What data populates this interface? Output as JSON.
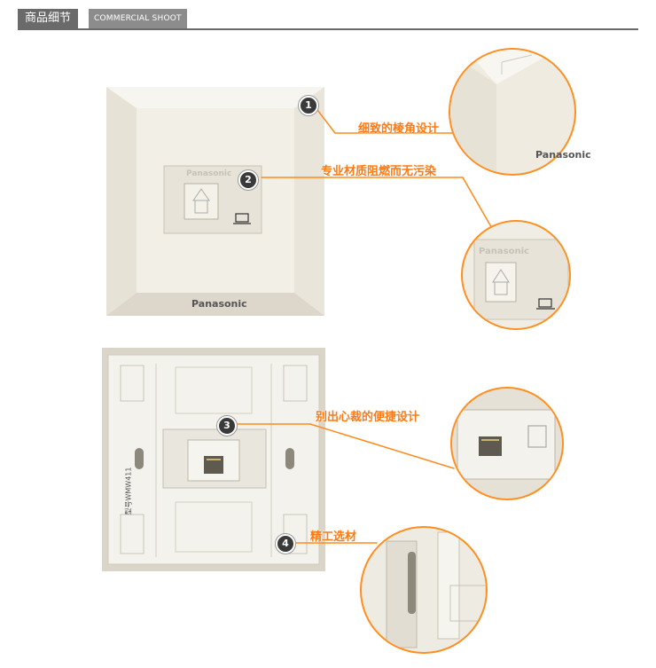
{
  "header": {
    "title": "商品细节",
    "subtitle": "COMMERCIAL SHOOT"
  },
  "brand": "Panasonic",
  "model_label": "型号WMW411",
  "callouts": [
    {
      "number": "1",
      "text": "细致的棱角设计"
    },
    {
      "number": "2",
      "text": "专业材质阻燃而无污染"
    },
    {
      "number": "3",
      "text": "别出心裁的便捷设计"
    },
    {
      "number": "4",
      "text": "精工选材"
    }
  ],
  "colors": {
    "accent": "#ff7a12",
    "plate": "#f1ede2",
    "header": "#6a6a6a"
  }
}
